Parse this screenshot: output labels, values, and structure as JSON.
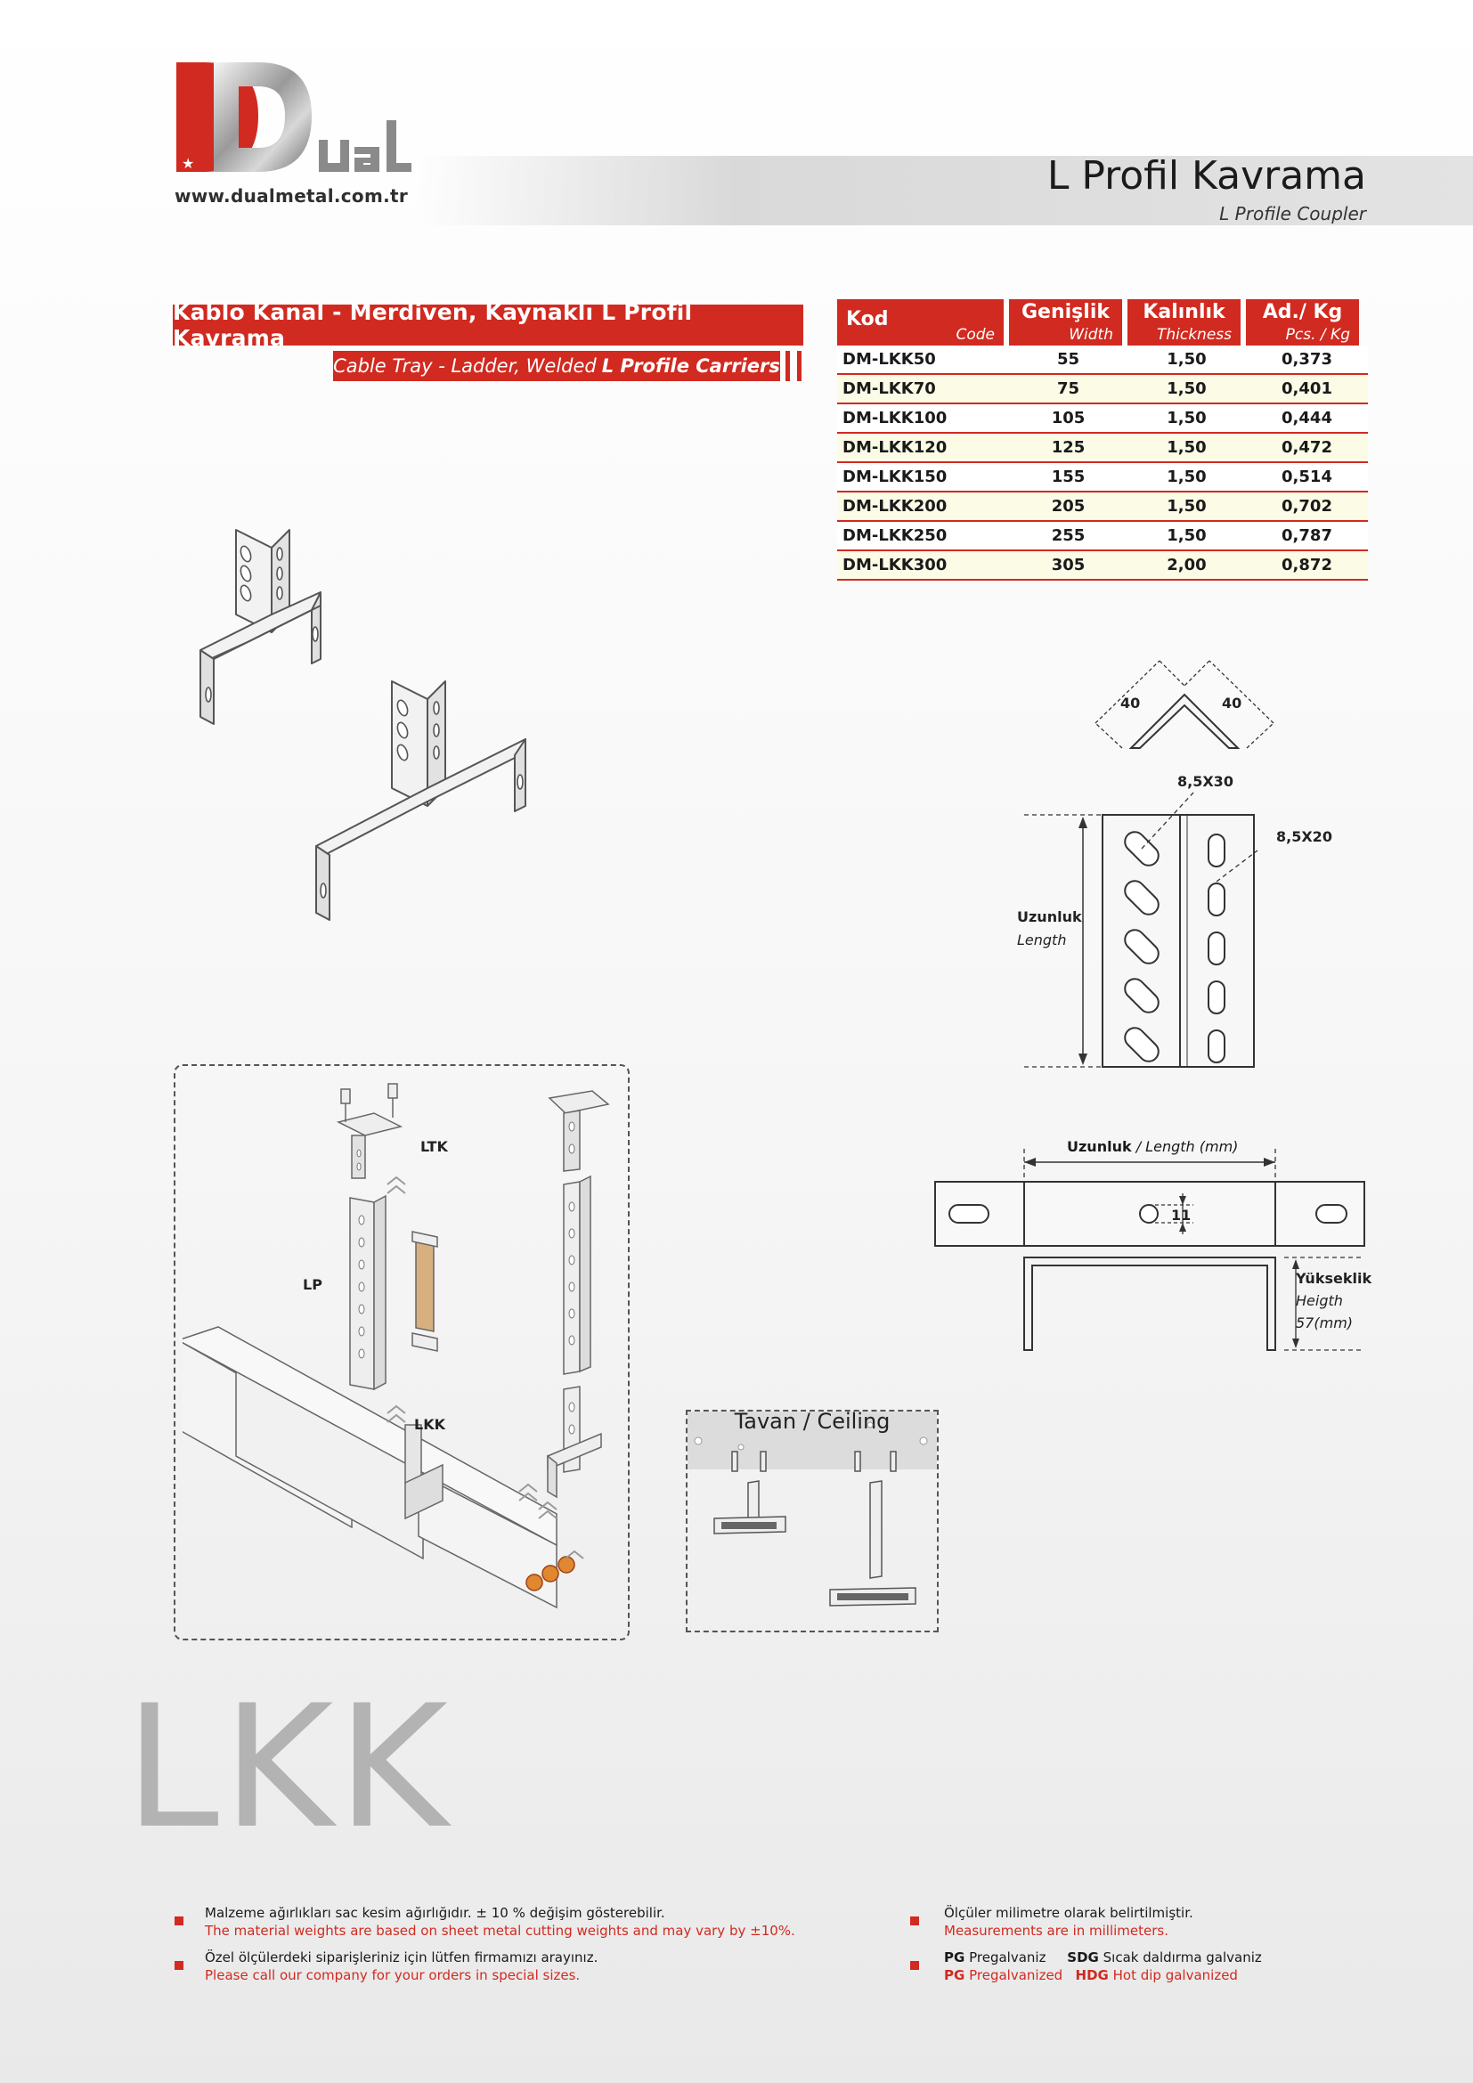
{
  "header": {
    "logo_text": "DuaL",
    "website": "www.dualmetal.com.tr",
    "title_tr": "L Profil Kavrama",
    "title_en": "L Profile Coupler"
  },
  "banner": {
    "title_tr": "Kablo Kanal - Merdiven, Kaynaklı L Profil Kavrama",
    "subtitle_en_prefix": "Cable Tray - Ladder, Welded",
    "subtitle_en_bold": "L Profile Carriers"
  },
  "table": {
    "headers": [
      {
        "tr": "Kod",
        "en": "Code"
      },
      {
        "tr": "Genişlik",
        "en": "Width"
      },
      {
        "tr": "Kalınlık",
        "en": "Thickness"
      },
      {
        "tr": "Ad./ Kg",
        "en": "Pcs. / Kg"
      }
    ],
    "rows": [
      [
        "DM-LKK50",
        "55",
        "1,50",
        "0,373"
      ],
      [
        "DM-LKK70",
        "75",
        "1,50",
        "0,401"
      ],
      [
        "DM-LKK100",
        "105",
        "1,50",
        "0,444"
      ],
      [
        "DM-LKK120",
        "125",
        "1,50",
        "0,472"
      ],
      [
        "DM-LKK150",
        "155",
        "1,50",
        "0,514"
      ],
      [
        "DM-LKK200",
        "205",
        "1,50",
        "0,702"
      ],
      [
        "DM-LKK250",
        "255",
        "1,50",
        "0,787"
      ],
      [
        "DM-LKK300",
        "305",
        "2,00",
        "0,872"
      ]
    ]
  },
  "drawing_labels": {
    "angle_left": "40",
    "angle_right": "40",
    "slot_a": "8,5X30",
    "slot_b": "8,5X20",
    "length_tr": "Uzunluk",
    "length_en": "Length",
    "length_full_tr": "Uzunluk",
    "length_full_en": "/ Length (mm)",
    "hole_dim": "11",
    "height_tr": "Yükseklik",
    "height_en": "Heigth",
    "height_val": "57(mm)"
  },
  "assembly_labels": {
    "ltk": "LTK",
    "lp": "LP",
    "lkk": "LKK"
  },
  "ceiling": {
    "title": "Tavan / Ceiling"
  },
  "big_code": "LKK",
  "notes": {
    "n1_tr": "Malzeme ağırlıkları sac kesim ağırlığıdır. ± 10 % değişim gösterebilir.",
    "n1_en": "The material weights are based on sheet metal cutting weights and may vary by ±10%.",
    "n2_tr": "Özel ölçülerdeki siparişleriniz için lütfen firmamızı arayınız.",
    "n2_en": "Please call our company for your orders in special sizes.",
    "n3_tr": "Ölçüler milimetre olarak belirtilmiştir.",
    "n3_en": "Measurements are in millimeters.",
    "pg_code": "PG",
    "pg_tr": "Pregalvaniz",
    "sdg_code": "SDG",
    "sdg_tr": "Sıcak daldırma galvaniz",
    "pg_en": "Pregalvanized",
    "hdg_code": "HDG",
    "hdg_en": "Hot dip galvanized"
  },
  "colors": {
    "brand_red": "#d12a20",
    "text_dark": "#1a1a1a",
    "big_code_gray": "#b3b3b3"
  }
}
